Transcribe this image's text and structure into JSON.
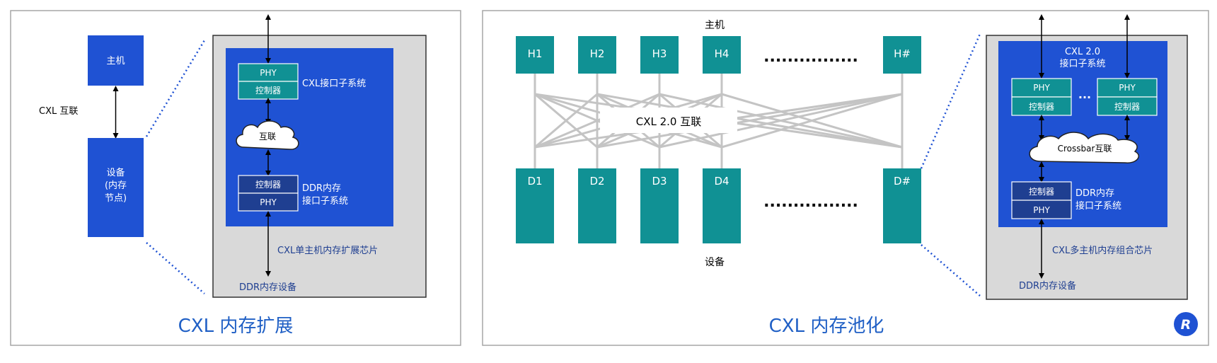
{
  "left_panel": {
    "caption": "CXL 内存扩展",
    "host": "主机",
    "interconnect": "CXL 互联",
    "device_line1": "设备",
    "device_line2": "(内存",
    "device_line3": "节点)",
    "chip": {
      "phy": "PHY",
      "controller": "控制器",
      "cxl_subsystem": "CXL接口子系统",
      "cloud": "互联",
      "ddr_controller": "控制器",
      "ddr_phy": "PHY",
      "ddr_line1": "DDR内存",
      "ddr_line2": "接口子系统",
      "chip_label": "CXL单主机内存扩展芯片",
      "ddr_device": "DDR内存设备"
    }
  },
  "right_panel": {
    "caption": "CXL 内存池化",
    "hosts_label": "主机",
    "devices_label": "设备",
    "hosts": [
      "H1",
      "H2",
      "H3",
      "H4",
      "H#"
    ],
    "devices": [
      "D1",
      "D2",
      "D3",
      "D4",
      "D#"
    ],
    "ellipsis": "................",
    "fabric": "CXL 2.0 互联",
    "chip": {
      "cxl_line1": "CXL 2.0",
      "cxl_line2": "接口子系统",
      "phy_left": "PHY",
      "ctrl_left": "控制器",
      "phy_right": "PHY",
      "ctrl_right": "控制器",
      "dots": "···",
      "crossbar": "Crossbar互联",
      "ddr_controller": "控制器",
      "ddr_phy": "PHY",
      "ddr_line1": "DDR内存",
      "ddr_line2": "接口子系统",
      "chip_label": "CXL多主机内存组合芯片",
      "ddr_device": "DDR内存设备"
    }
  },
  "logo": "R",
  "colors": {
    "blue": "#1f52d3",
    "teal": "#109194",
    "navy": "#1f3f91",
    "gray_box": "#d9d9d9",
    "caption": "#1f5fc5",
    "fabric_line": "#c4c4c4"
  }
}
